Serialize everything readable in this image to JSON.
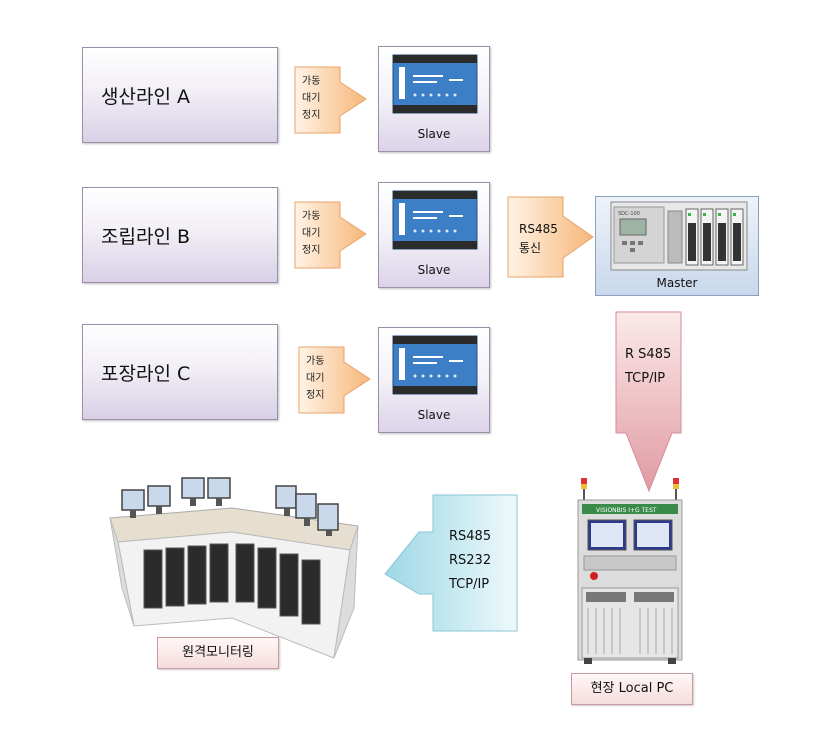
{
  "lines": [
    {
      "label": "생산라인 A",
      "status": [
        "가동",
        "대기",
        "정지"
      ],
      "slave": "Slave"
    },
    {
      "label": "조립라인 B",
      "status": [
        "가동",
        "대기",
        "정지"
      ],
      "slave": "Slave"
    },
    {
      "label": "포장라인 C",
      "status": [
        "가동",
        "대기",
        "정지"
      ],
      "slave": "Slave"
    }
  ],
  "rs485_link": [
    "RS485",
    "통신"
  ],
  "master": {
    "label": "Master",
    "device_text": "SDC-100"
  },
  "down_link": [
    "R S485",
    "TCP/IP"
  ],
  "local_pc": {
    "label": "현장  Local PC",
    "device_text": "VISIONBIS I+G TEST"
  },
  "left_link": [
    "RS485",
    "RS232",
    "TCP/IP"
  ],
  "monitoring": {
    "label": "원격모니터링"
  },
  "colors": {
    "line_box": "#d9d0e6",
    "status_arrow": "#f9c99c",
    "rs485_arrow": "#f9c99c",
    "down_arrow": "#e6a3a9",
    "left_arrow": "#a9dbe6"
  }
}
